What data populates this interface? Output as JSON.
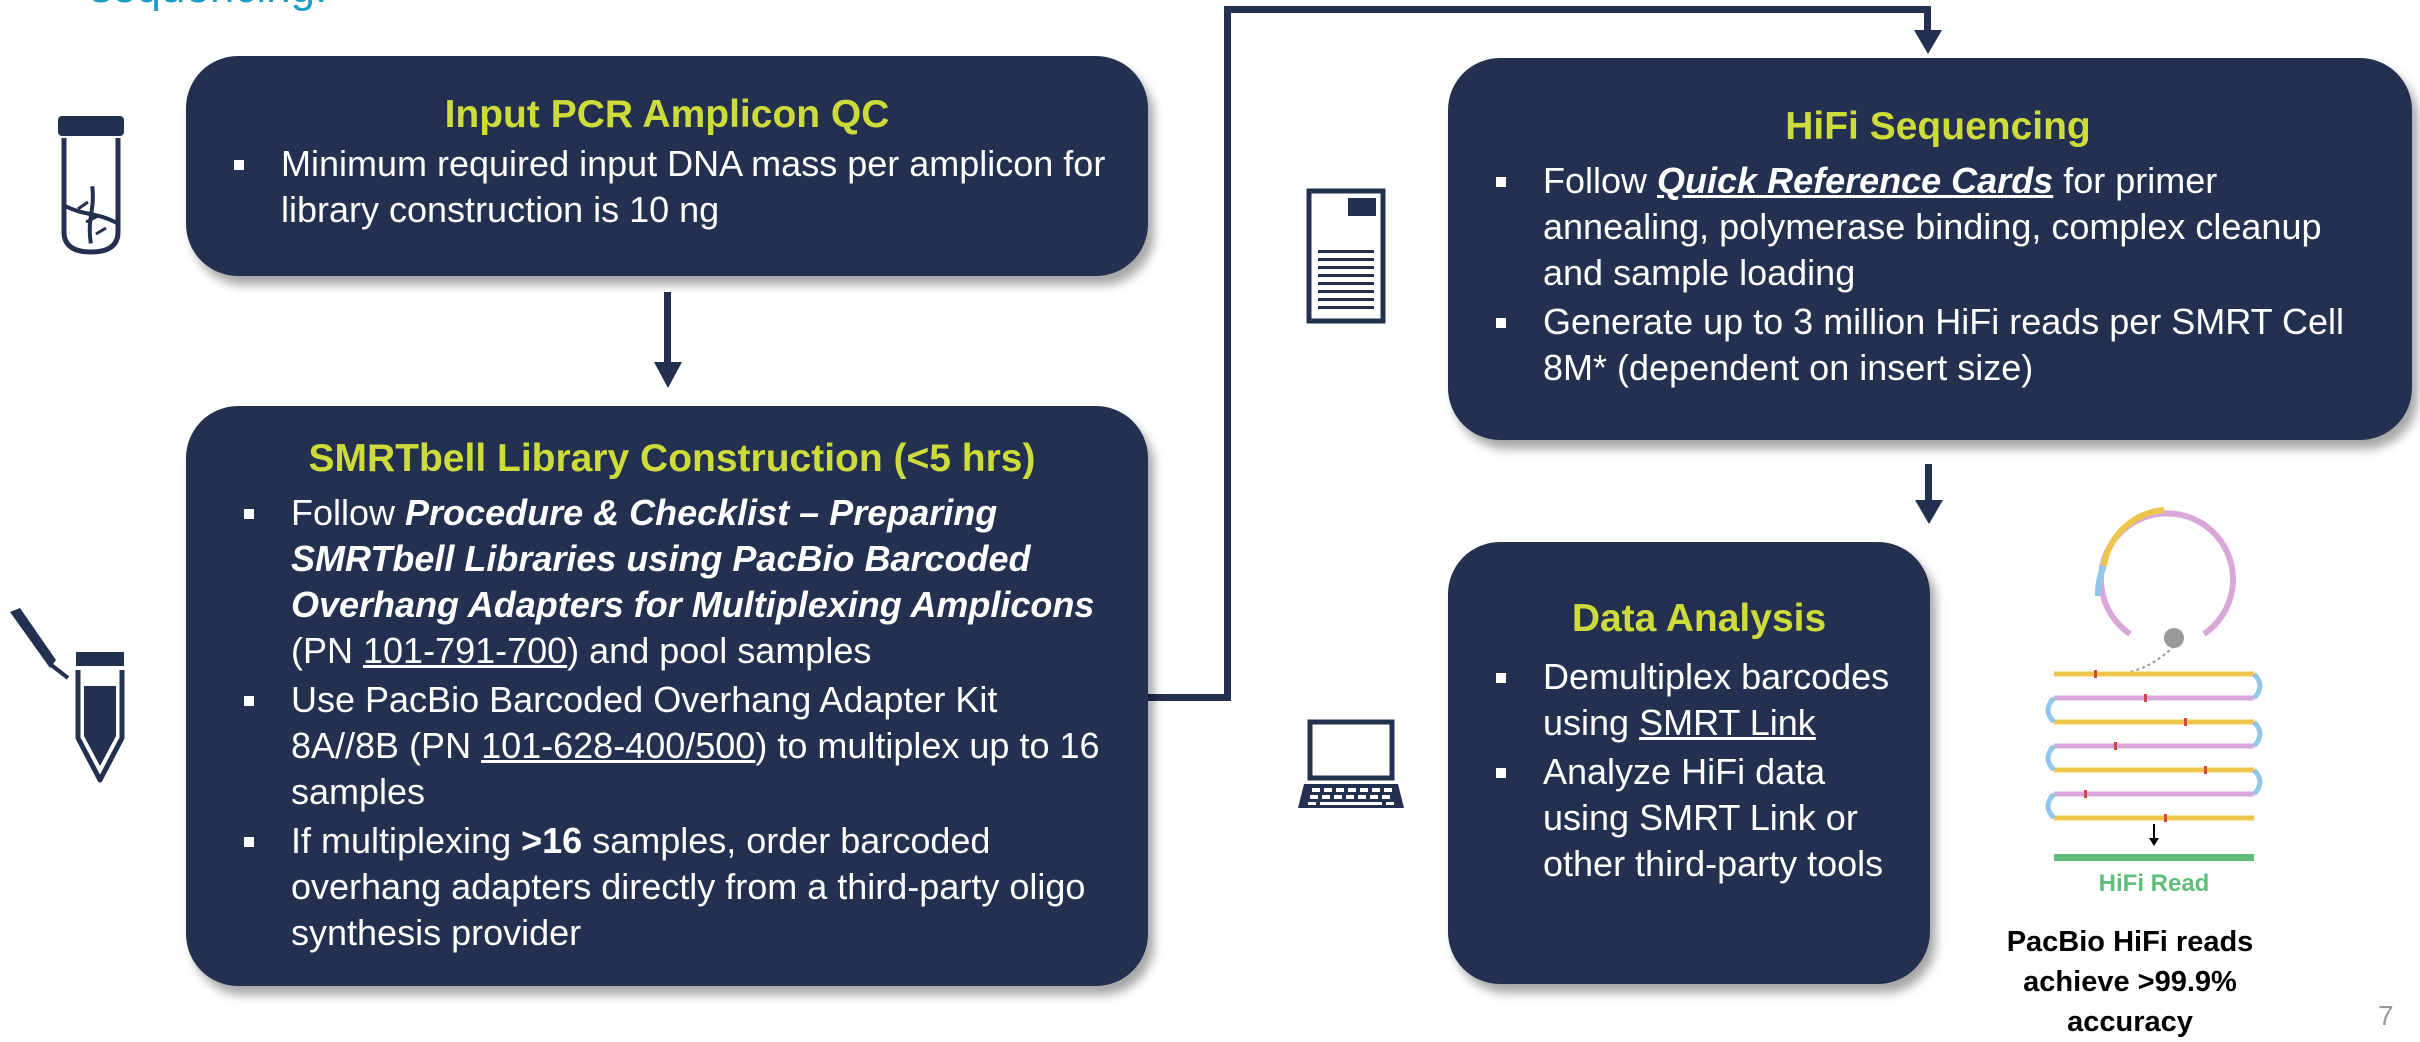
{
  "heading_fragment": "sequencing.",
  "colors": {
    "box_fill": "#23304f",
    "title_green": "#cddc3a",
    "heading_blue": "#1e9cc8",
    "hifi_read_green": "#5fbf7a"
  },
  "icons": [
    "dna-tube-icon",
    "pipette-tube-icon",
    "sequencer-cell-icon",
    "laptop-icon",
    "hifi-read-circle-diagram"
  ],
  "box1": {
    "title": "Input PCR Amplicon QC",
    "b1": "Minimum required input DNA mass per amplicon for library construction is 10 ng"
  },
  "box2": {
    "title": "SMRTbell Library Construction (<5 hrs)",
    "b1_pre": "Follow ",
    "b1_bold": "Procedure & Checklist – Preparing SMRTbell Libraries using PacBio Barcoded Overhang Adapters for Multiplexing Amplicons",
    "b1_mid": " (PN ",
    "b1_pn": "101-791-700",
    "b1_post": ") and pool samples",
    "b2_pre": "Use PacBio Barcoded Overhang Adapter Kit 8A//8B (PN ",
    "b2_pn": "101-628-400/500",
    "b2_post": ") to multiplex up to 16 samples",
    "b3_pre": "If multiplexing ",
    "b3_bold": ">16",
    "b3_post": " samples, order barcoded overhang adapters directly from a third-party oligo synthesis provider"
  },
  "box3": {
    "title": "HiFi Sequencing",
    "b1_pre": "Follow ",
    "b1_link": "Quick Reference Cards",
    "b1_post": " for primer annealing, polymerase binding, complex cleanup and sample loading",
    "b2": "Generate up to 3 million HiFi reads per SMRT Cell 8M* (dependent on insert size)"
  },
  "box4": {
    "title": "Data Analysis",
    "b1_pre": "Demultiplex barcodes using ",
    "b1_link": "SMRT Link",
    "b2": "Analyze HiFi data using SMRT Link  or other third-party tools"
  },
  "hifi_read_label": "HiFi Read",
  "accuracy_note": "PacBio HiFi reads achieve >99.9% accuracy",
  "page_number": "7"
}
